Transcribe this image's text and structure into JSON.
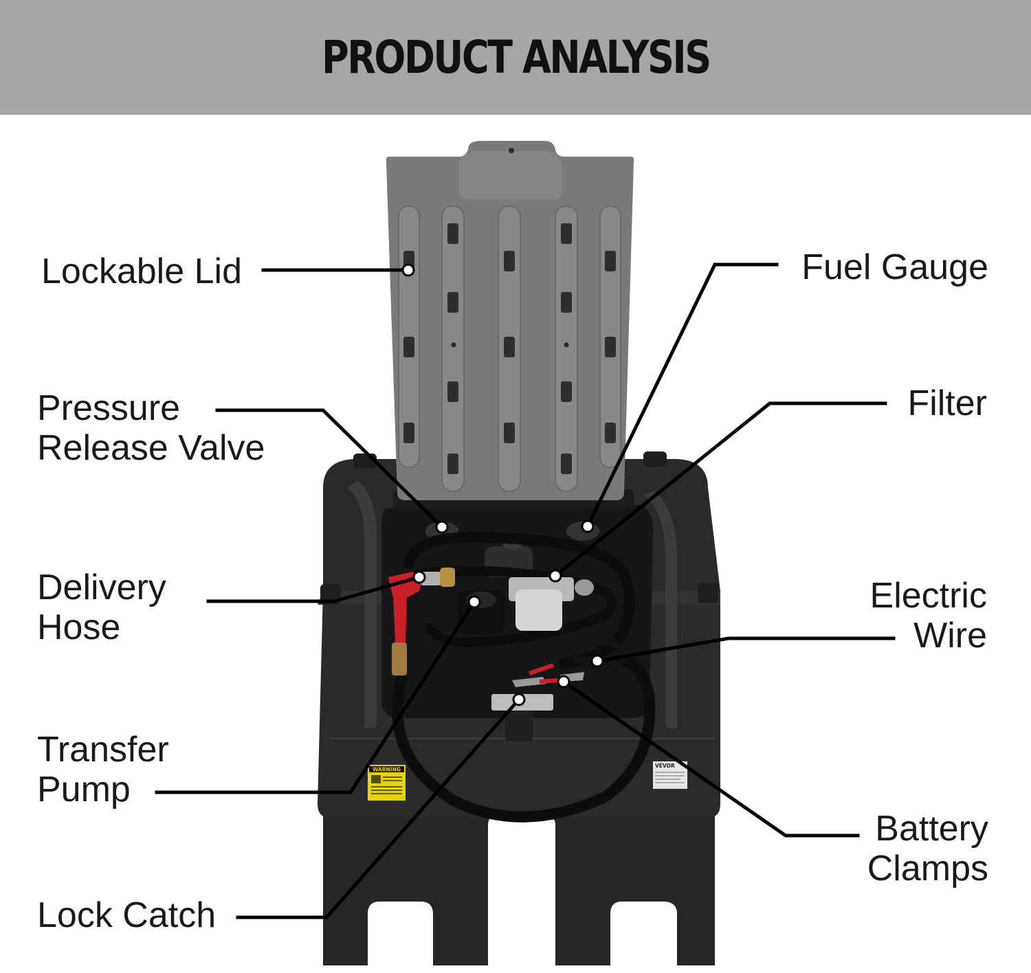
{
  "header": {
    "title": "PRODUCT ANALYSIS"
  },
  "colors": {
    "banner": "#a6a6a6",
    "tank_body": "#2a2a2a",
    "lid": "#7a7a7a",
    "leader_line": "#000000",
    "nozzle": "#c8202a",
    "warning_label": "#e8d400"
  },
  "product_labels": {
    "warning": "WARNING",
    "brand": "VEVOR"
  },
  "callouts": {
    "lockable_lid": {
      "line1": "Lockable Lid",
      "line2": ""
    },
    "pressure_release_valve": {
      "line1": "Pressure",
      "line2": "Release Valve"
    },
    "delivery_hose": {
      "line1": "Delivery",
      "line2": "Hose"
    },
    "transfer_pump": {
      "line1": "Transfer",
      "line2": "Pump"
    },
    "lock_catch": {
      "line1": "Lock Catch",
      "line2": ""
    },
    "fuel_gauge": {
      "line1": "Fuel Gauge",
      "line2": ""
    },
    "filter": {
      "line1": "Filter",
      "line2": ""
    },
    "electric_wire": {
      "line1": "Electric",
      "line2": "Wire"
    },
    "battery_clamps": {
      "line1": "Battery",
      "line2": "Clamps"
    }
  }
}
